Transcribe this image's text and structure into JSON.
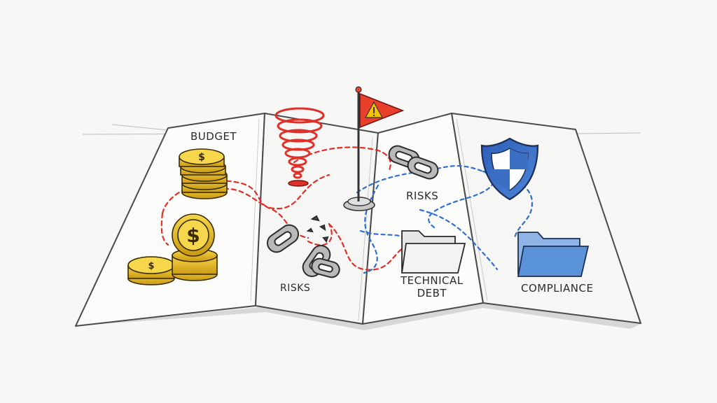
{
  "labels": {
    "budget": "BUDGET",
    "risks_top": "RISKS",
    "risks_bottom": "RISKS",
    "technical_debt_line1": "TECHNICAL",
    "technical_debt_line2": "DEBT",
    "compliance": "COMPLIANCE"
  },
  "icons": [
    "coin-stack-icon",
    "tornado-icon",
    "warning-flag-icon",
    "chain-link-icon",
    "broken-chain-icon",
    "shield-icon",
    "folder-icon"
  ],
  "colors": {
    "coin_gold": "#e6b820",
    "tornado_red": "#e0302a",
    "flag_red": "#e8402a",
    "warning_yellow": "#f5c400",
    "path_red": "#e0302a",
    "path_blue": "#2f6fd0",
    "shield_blue": "#3b6fc4",
    "folder_blue": "#5b93d8",
    "map_line": "#555555"
  }
}
